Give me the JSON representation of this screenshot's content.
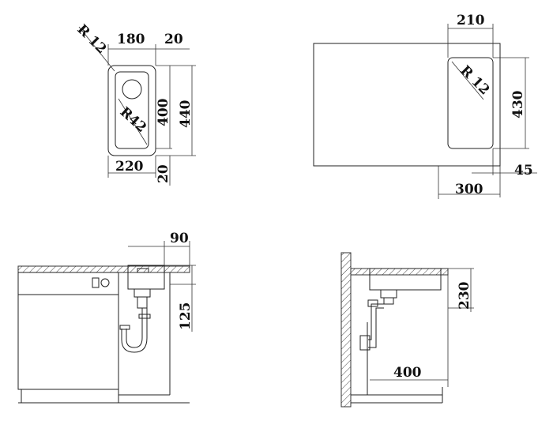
{
  "top_left_view": {
    "dims": {
      "corner_radius": "R 12",
      "bowl_width": "180",
      "rim_right": "20",
      "bowl_length": "400",
      "overall_length": "440",
      "drain_radius": "R42",
      "overall_width": "220",
      "rim_bottom": "20"
    }
  },
  "top_right_view": {
    "dims": {
      "cutout_width": "210",
      "corner_radius": "R 12",
      "cutout_length": "430",
      "edge_offset": "45",
      "cabinet_offset": "300"
    }
  },
  "bottom_left_view": {
    "dims": {
      "drain_offset": "90",
      "depth": "125"
    }
  },
  "bottom_right_view": {
    "dims": {
      "bowl_depth": "230",
      "waste_offset": "400"
    }
  }
}
